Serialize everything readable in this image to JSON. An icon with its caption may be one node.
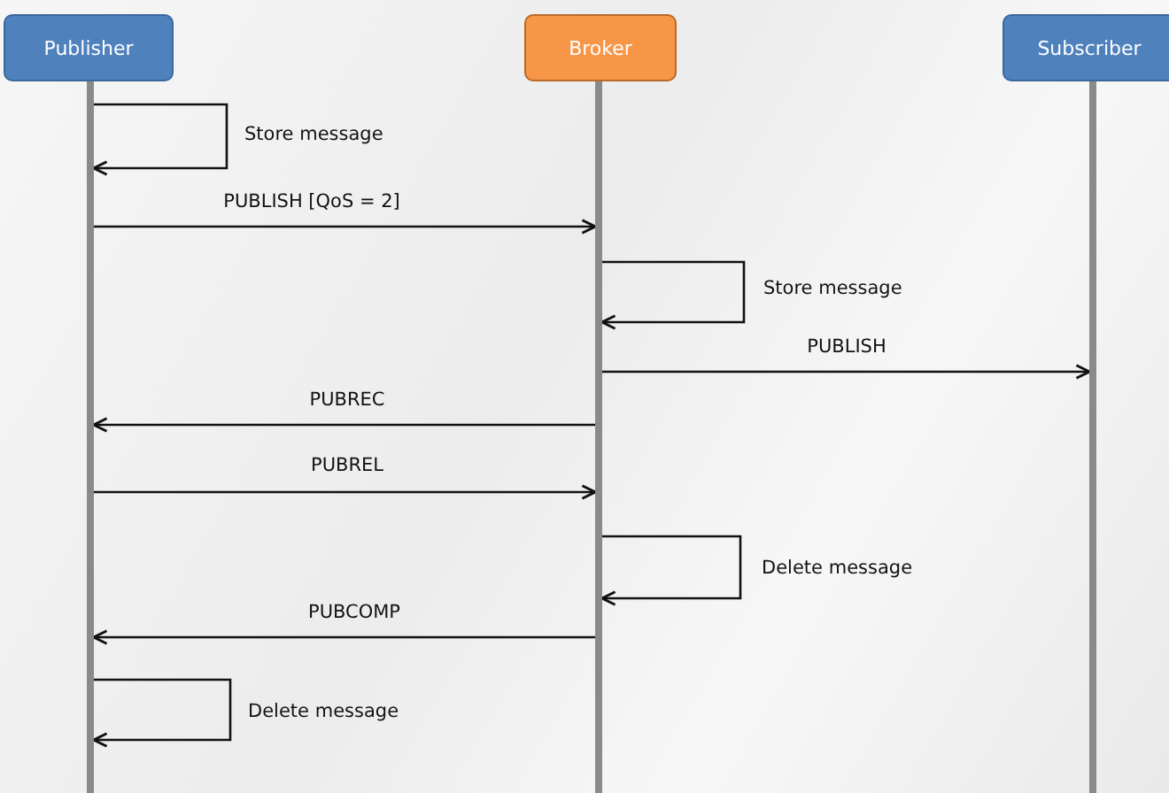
{
  "diagram": {
    "nodes": [
      {
        "text": [
          "Publisher"
        ]
      },
      {
        "text": [
          "Broker"
        ]
      },
      {
        "text": [
          "Subscriber"
        ]
      },
      {
        "text": [],
        "shape": "bar"
      },
      {
        "text": [],
        "shape": "bar"
      },
      {
        "text": [],
        "shape": "bar"
      }
    ],
    "edges": [
      {
        "from": 3,
        "to": 3,
        "arrow": "to",
        "label": "Store message"
      },
      {
        "from": 3,
        "to": 4,
        "arrow": "to",
        "label": "PUBLISH [QoS = 2]"
      },
      {
        "from": 4,
        "to": 4,
        "arrow": "to",
        "label": "Store message"
      },
      {
        "from": 4,
        "to": 5,
        "arrow": "to",
        "label": "PUBLISH"
      },
      {
        "from": 4,
        "to": 3,
        "arrow": "to",
        "label": "PUBREC"
      },
      {
        "from": 3,
        "to": 4,
        "arrow": "to",
        "label": "PUBREL"
      },
      {
        "from": 4,
        "to": 4,
        "arrow": "to",
        "label": "Delete message"
      },
      {
        "from": 4,
        "to": 3,
        "arrow": "to",
        "label": "PUBCOMP"
      },
      {
        "from": 3,
        "to": 3,
        "arrow": "to",
        "label": "Delete message"
      }
    ]
  }
}
